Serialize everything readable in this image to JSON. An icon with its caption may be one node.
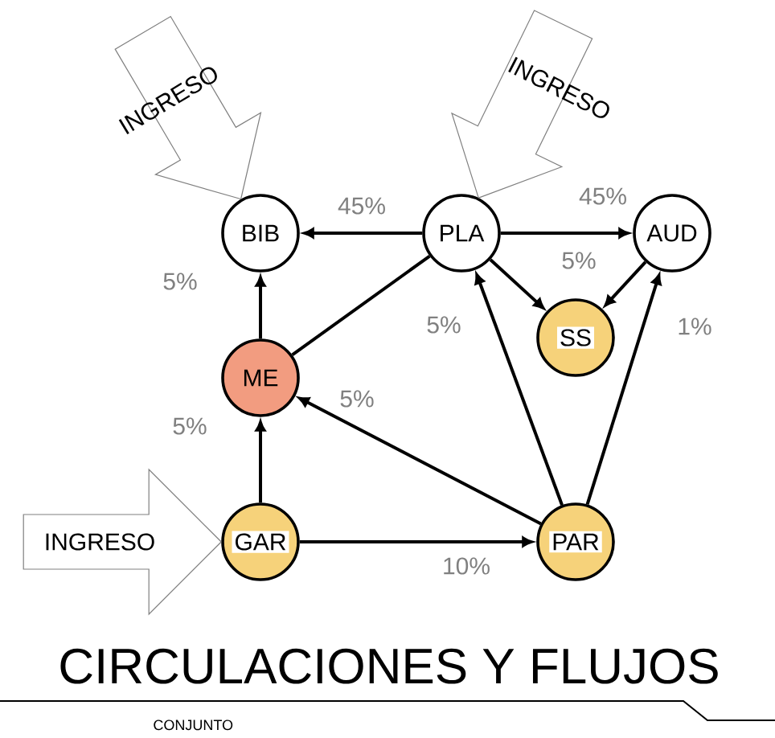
{
  "diagram": {
    "title": "CIRCULACIONES Y FLUJOS",
    "nodes": [
      {
        "text": [
          "BIB"
        ]
      },
      {
        "text": [
          "PLA"
        ]
      },
      {
        "text": [
          "AUD"
        ]
      },
      {
        "text": [
          "SS"
        ]
      },
      {
        "text": [
          "ME"
        ]
      },
      {
        "text": [
          "GAR"
        ]
      },
      {
        "text": [
          "PAR"
        ]
      }
    ],
    "edges": [
      {
        "from": 1,
        "to": 0,
        "arrow": "to",
        "label": "45%"
      },
      {
        "from": 1,
        "to": 2,
        "arrow": "to",
        "label": "45%"
      },
      {
        "from": 1,
        "to": 3,
        "arrow": "to",
        "label": "5%"
      },
      {
        "from": 2,
        "to": 3,
        "arrow": "to"
      },
      {
        "from": 4,
        "to": 0,
        "arrow": "to",
        "label": "5%"
      },
      {
        "from": 1,
        "to": 4,
        "arrow": "none"
      },
      {
        "from": 6,
        "to": 4,
        "arrow": "to",
        "label": "5%"
      },
      {
        "from": 5,
        "to": 4,
        "arrow": "to",
        "label": "5%"
      },
      {
        "from": 5,
        "to": 6,
        "arrow": "to",
        "label": "10%"
      },
      {
        "from": 6,
        "to": 1,
        "arrow": "to",
        "label": "5%"
      },
      {
        "from": 6,
        "to": 2,
        "arrow": "to",
        "label": "1%"
      },
      {
        "from": null,
        "to": 0,
        "arrow": "to",
        "label": "INGRESO",
        "color": "#808080"
      },
      {
        "from": null,
        "to": 1,
        "arrow": "to",
        "label": "INGRESO",
        "color": "#808080"
      },
      {
        "from": null,
        "to": 5,
        "arrow": "to",
        "label": "INGRESO",
        "color": "#808080"
      }
    ],
    "labels": [
      "CONJUNTO"
    ]
  }
}
